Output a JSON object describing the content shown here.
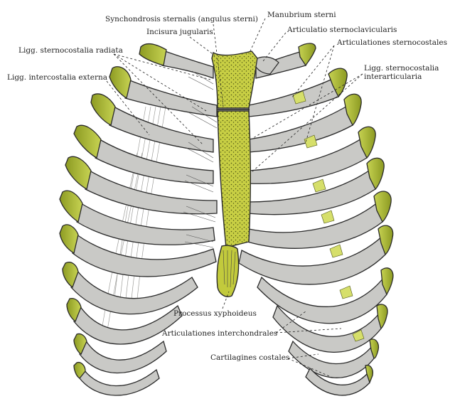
{
  "labels": {
    "synchondrosis": "Synchondrosis sternalis (angulus sterni)",
    "manubrium": "Manubrium sterni",
    "incisura": "Incisura jugularis",
    "art_sternoclav": "Articulatio sternoclavicularis",
    "ligg_radiata": "Ligg. sternocostalia radiata",
    "art_sternocost": "Articulationes sternocostales",
    "ligg_interart_1": "Ligg. sternocostalia",
    "ligg_interart_2": "interarticularia",
    "ligg_intercost": "Ligg. intercostalia externa",
    "xiphoid": "Processus xyphoideus",
    "art_interchond": "Articulationes interchondrales",
    "cartilagines": "Cartilagines costales"
  },
  "colors": {
    "background": "#ffffff",
    "cartilage_olive": "#a8b83a",
    "cartilage_light": "#c9d45a",
    "rib_gray": "#c9c9c6",
    "rib_outline": "#2a2a2a",
    "sternum_yellow": "#c6cc3e",
    "ligament_gray": "#a8a8a4"
  }
}
